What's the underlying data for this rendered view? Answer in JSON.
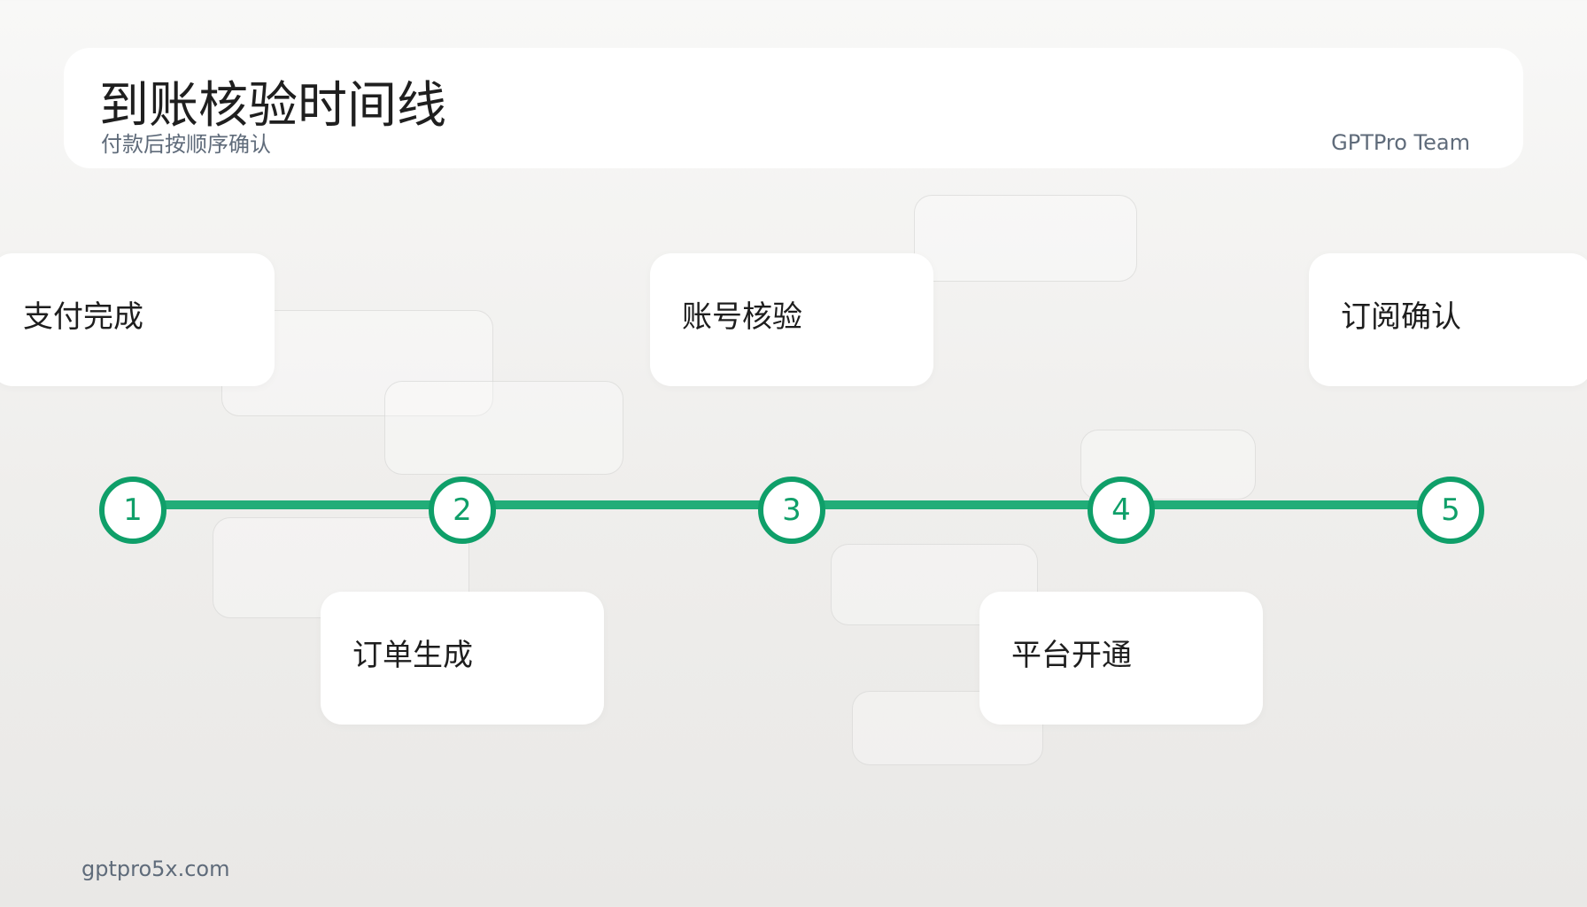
{
  "header": {
    "title": "到账核验时间线",
    "subtitle": "付款后按顺序确认",
    "team": "GPTPro Team"
  },
  "timeline": {
    "steps": [
      {
        "number": "1",
        "label": "支付完成"
      },
      {
        "number": "2",
        "label": "订单生成"
      },
      {
        "number": "3",
        "label": "账号核验"
      },
      {
        "number": "4",
        "label": "平台开通"
      },
      {
        "number": "5",
        "label": "订阅确认"
      }
    ]
  },
  "footer": {
    "url": "gptpro5x.com"
  },
  "colors": {
    "accent": "#0f9f69",
    "line": "#21ad78",
    "text": "#1e1e1e",
    "muted": "#5f6b7a"
  }
}
